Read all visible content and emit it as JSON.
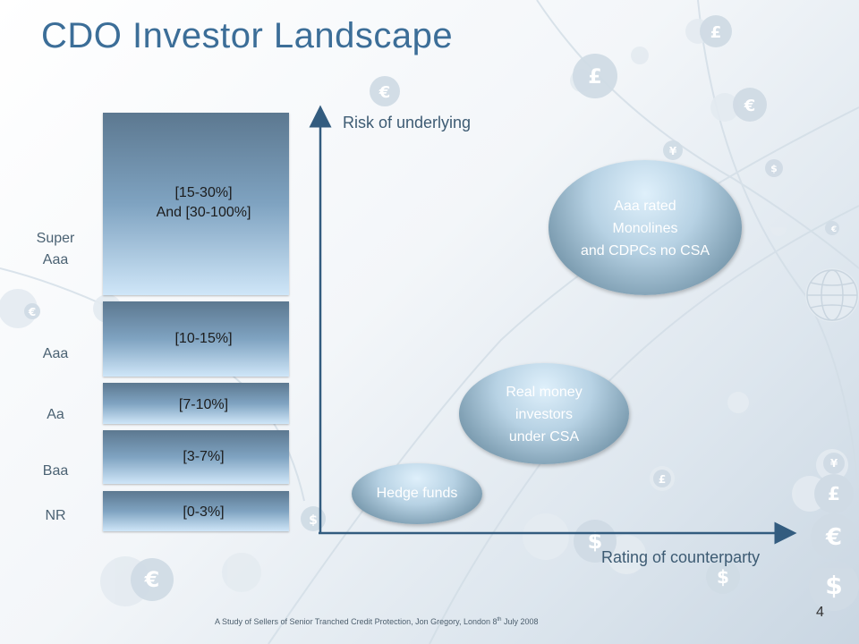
{
  "slide": {
    "title": "CDO Investor Landscape",
    "page_number": "4",
    "footnote": {
      "before": "A Study of Sellers of Senior Tranched Credit Protection, Jon Gregory, London 8",
      "superscript": "th",
      "after": " July 2008"
    }
  },
  "tranches": [
    {
      "line1": "[15-30%]",
      "line2": "And [30-100%]",
      "rating": "Super Aaa"
    },
    {
      "line1": "[10-15%]",
      "rating": "Aaa"
    },
    {
      "line1": "[7-10%]",
      "rating": "Aa"
    },
    {
      "line1": "[3-7%]",
      "rating": "Baa"
    },
    {
      "line1": "[0-3%]",
      "rating": "NR"
    }
  ],
  "ratings": {
    "super_line1": "Super",
    "super_line2": "Aaa",
    "aaa": "Aaa",
    "aa": "Aa",
    "baa": "Baa",
    "nr": "NR"
  },
  "axes": {
    "y_label": "Risk of underlying",
    "x_label": "Rating of counterparty"
  },
  "investors": [
    {
      "lines": [
        "Aaa rated",
        "Monolines",
        "and CDPCs no CSA"
      ]
    },
    {
      "lines": [
        "Real money",
        "investors",
        "under CSA"
      ]
    },
    {
      "lines": [
        "Hedge funds"
      ]
    }
  ],
  "colors": {
    "title": "#3c6e98",
    "axis": "#335c7f",
    "tranche_top": "#5c7890",
    "tranche_bottom": "#cfe6f8"
  }
}
